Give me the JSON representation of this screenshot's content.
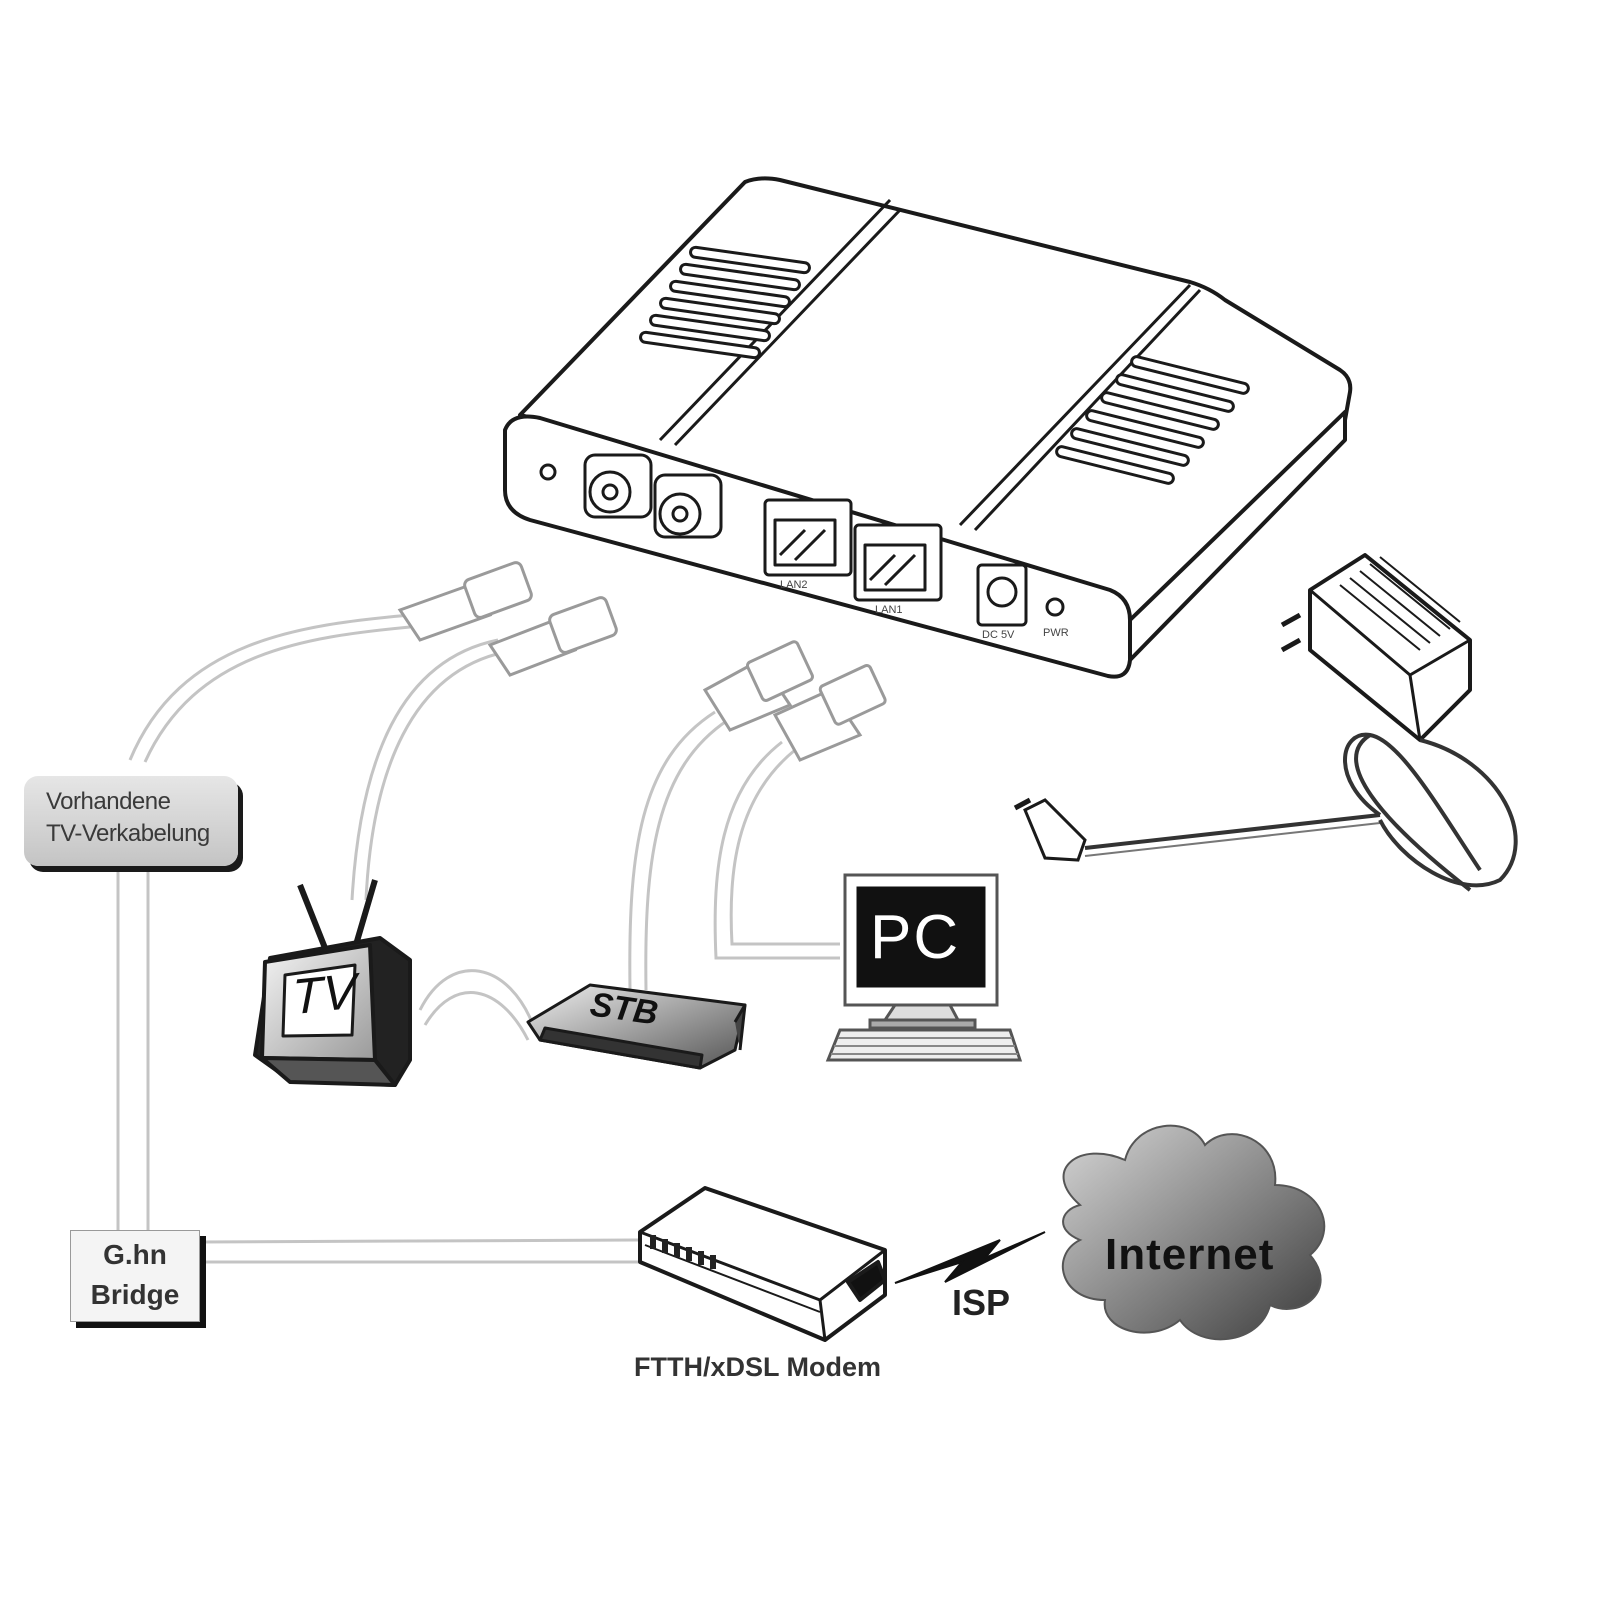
{
  "labels": {
    "existing_tv_wiring": [
      "Vorhandene",
      "TV-Verkabelung"
    ],
    "ghn_bridge": [
      "G.hn",
      "Bridge"
    ],
    "tv": "TV",
    "stb": "STB",
    "pc": "PC",
    "isp": "ISP",
    "internet": "Internet",
    "modem": "FTTH/xDSL Modem"
  },
  "device_ports": {
    "lan2": "LAN2",
    "lan1": "LAN1",
    "dc": "DC 5V",
    "pwr": "PWR"
  },
  "colors": {
    "ink": "#1a1a1a",
    "cable": "#bdbdbd",
    "cloud": "#6a6a6a"
  }
}
